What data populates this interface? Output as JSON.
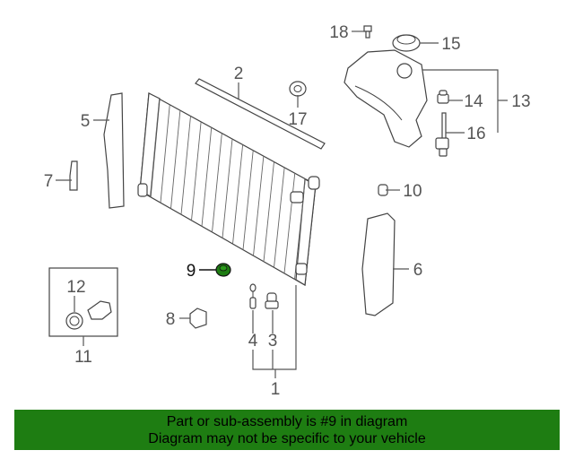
{
  "labels": {
    "p1": "1",
    "p2": "2",
    "p3": "3",
    "p4": "4",
    "p5": "5",
    "p6": "6",
    "p7": "7",
    "p8": "8",
    "p9": "9",
    "p10": "10",
    "p11": "11",
    "p12": "12",
    "p13": "13",
    "p14": "14",
    "p15": "15",
    "p16": "16",
    "p17": "17",
    "p18": "18"
  },
  "highlighted_part": "9",
  "colors": {
    "highlight": "#1e7d12",
    "banner": "#1e7d12"
  },
  "banner": {
    "line1": "Part or sub-assembly is #9 in diagram",
    "line2": "Diagram may not be specific to your vehicle"
  }
}
